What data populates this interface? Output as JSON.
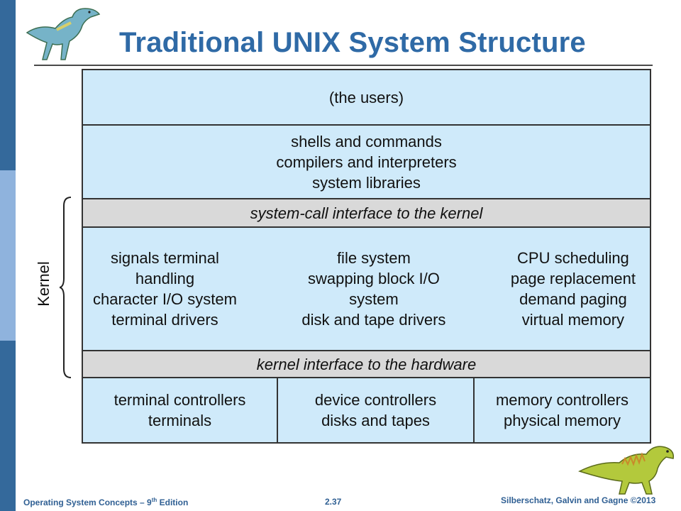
{
  "slide": {
    "title": "Traditional UNIX System Structure"
  },
  "diagram": {
    "side_label": "Kernel",
    "users": "(the users)",
    "shells": [
      "shells and commands",
      "compilers and interpreters",
      "system libraries"
    ],
    "syscall_interface": "system-call interface to the kernel",
    "kernel_columns": [
      [
        "signals terminal",
        "handling",
        "character I/O system",
        "terminal drivers"
      ],
      [
        "file system",
        "swapping block I/O",
        "system",
        "disk and tape drivers"
      ],
      [
        "CPU scheduling",
        "page replacement",
        "demand paging",
        "virtual memory"
      ]
    ],
    "hardware_interface": "kernel interface to the hardware",
    "hardware_columns": [
      [
        "terminal controllers",
        "terminals"
      ],
      [
        "device controllers",
        "disks and tapes"
      ],
      [
        "memory controllers",
        "physical memory"
      ]
    ]
  },
  "footer": {
    "left_text": "Operating System Concepts – 9",
    "left_sup": "th",
    "left_suffix": " Edition",
    "page_number": "2.37",
    "right_text": "Silberschatz, Galvin and Gagne ©2013"
  },
  "colors": {
    "title": "#2f6aa6",
    "layer_fill": "#cfeafa",
    "interface_fill": "#d9d9d9",
    "sidebar_dark": "#34699b",
    "sidebar_light": "#8fb3dd"
  },
  "icons": {
    "top_left": "dinosaur-icon",
    "bottom_right": "dinosaur-icon"
  }
}
